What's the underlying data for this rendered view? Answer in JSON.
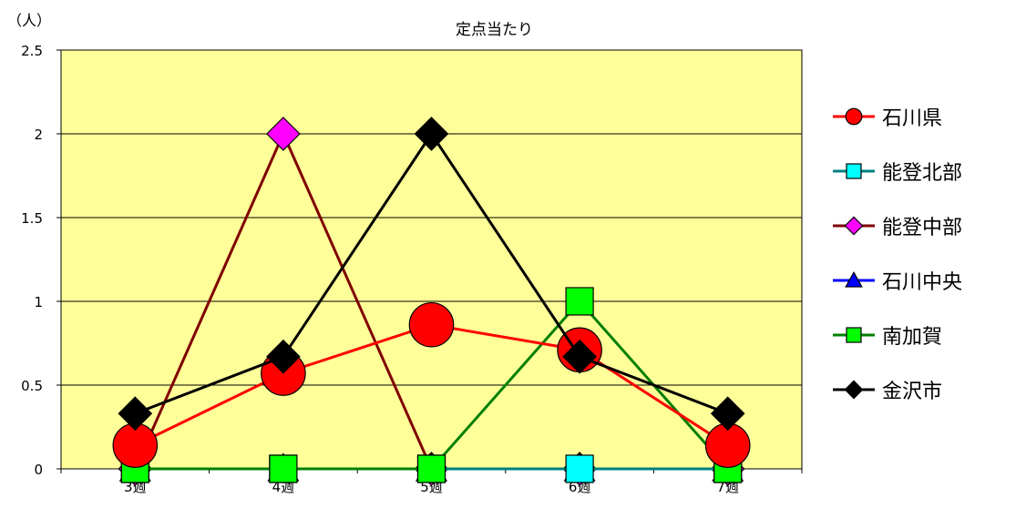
{
  "chart_data": {
    "type": "line",
    "title": "定点当たり",
    "unit_label": "（人）",
    "categories": [
      "3週",
      "4週",
      "5週",
      "6週",
      "7週"
    ],
    "ylim": [
      0,
      2.5
    ],
    "yticks": [
      "0",
      "0.5",
      "1",
      "1.5",
      "2",
      "2.5"
    ],
    "ytick_values": [
      0,
      0.5,
      1,
      1.5,
      2,
      2.5
    ],
    "grid": true,
    "plot_background": "#FFFF99",
    "legend_position": "right",
    "series": [
      {
        "name": "石川県",
        "values": [
          0.14,
          0.57,
          0.86,
          0.71,
          0.14
        ],
        "color": "#FF0000",
        "marker": "circle",
        "marker_fill": "#FF0000"
      },
      {
        "name": "能登北部",
        "values": [
          0,
          0,
          0,
          0,
          0
        ],
        "color": "#008080",
        "marker": "square",
        "marker_fill": "#00FFFF"
      },
      {
        "name": "能登中部",
        "values": [
          0,
          2,
          0,
          0,
          0
        ],
        "color": "#800000",
        "marker": "diamond",
        "marker_fill": "#FF00FF"
      },
      {
        "name": "石川中央",
        "values": [
          0,
          0,
          0,
          0,
          0
        ],
        "color": "#0000FF",
        "marker": "triangle",
        "marker_fill": "#0000FF"
      },
      {
        "name": "南加賀",
        "values": [
          0,
          0,
          0,
          1,
          0
        ],
        "color": "#008000",
        "marker": "square",
        "marker_fill": "#00FF00"
      },
      {
        "name": "金沢市",
        "values": [
          0.33,
          0.67,
          2,
          0.67,
          0.33
        ],
        "color": "#000000",
        "marker": "diamond",
        "marker_fill": "#000000"
      }
    ],
    "draw_order": [
      2,
      3,
      1,
      4,
      0,
      5
    ]
  }
}
